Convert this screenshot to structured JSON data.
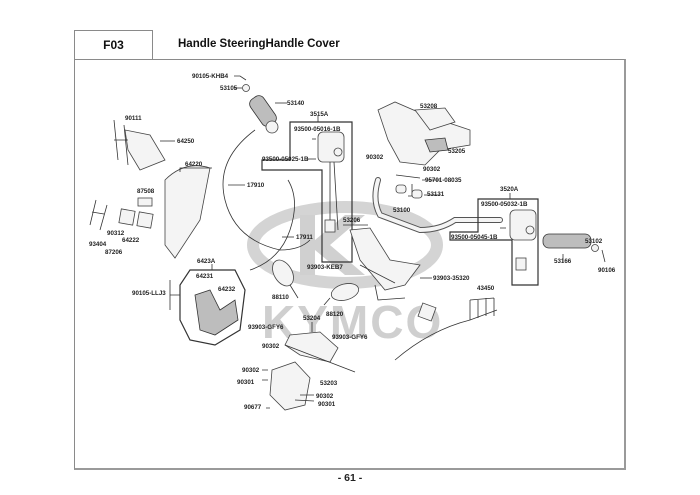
{
  "header": {
    "code": "F03",
    "title": "Handle SteeringHandle Cover"
  },
  "watermark": {
    "brand": "KYMCO"
  },
  "callouts": {
    "c90105KHB4": "90105-KHB4",
    "c53105": "53105",
    "c53140": "53140",
    "c3515A": "3515A",
    "c93500_05016": "93500-05016-1B",
    "c93500_05025": "93500-05025-1B",
    "c90111": "90111",
    "c64250": "64250",
    "c64220": "64220",
    "c17910": "17910",
    "c87508": "87508",
    "c90312": "90312",
    "c64222": "64222",
    "c93404": "93404",
    "c87206": "87206",
    "c17911": "17911",
    "c53208": "53208",
    "c90302a": "90302",
    "c53205": "53205",
    "c90302b": "90302",
    "c95701": "95701-08035",
    "c53131": "53131",
    "c53206": "53206",
    "c53100": "53100",
    "c3520A": "3520A",
    "c93500_05032": "93500-05032-1B",
    "c93500_05045": "93500-05045-1B",
    "c53102": "53102",
    "c53166": "53166",
    "c90106": "90106",
    "c93903KEB7": "93903-KEB7",
    "c93903_35320": "93903-35320",
    "c6423A": "6423A",
    "c64231": "64231",
    "c64232": "64232",
    "c90105LLJ3": "90105-LLJ3",
    "c88110": "88110",
    "c88120": "88120",
    "c53204": "53204",
    "c93903GFY6a": "93903-GFY6",
    "c93903GFY6b": "93903-GFY6",
    "c90302c": "90302",
    "c43450": "43450",
    "c90302d": "90302",
    "c90301a": "90301",
    "c53203": "53203",
    "c90302e": "90302",
    "c90301b": "90301",
    "c90677": "90677"
  },
  "footer": {
    "page_number": "- 61 -"
  }
}
